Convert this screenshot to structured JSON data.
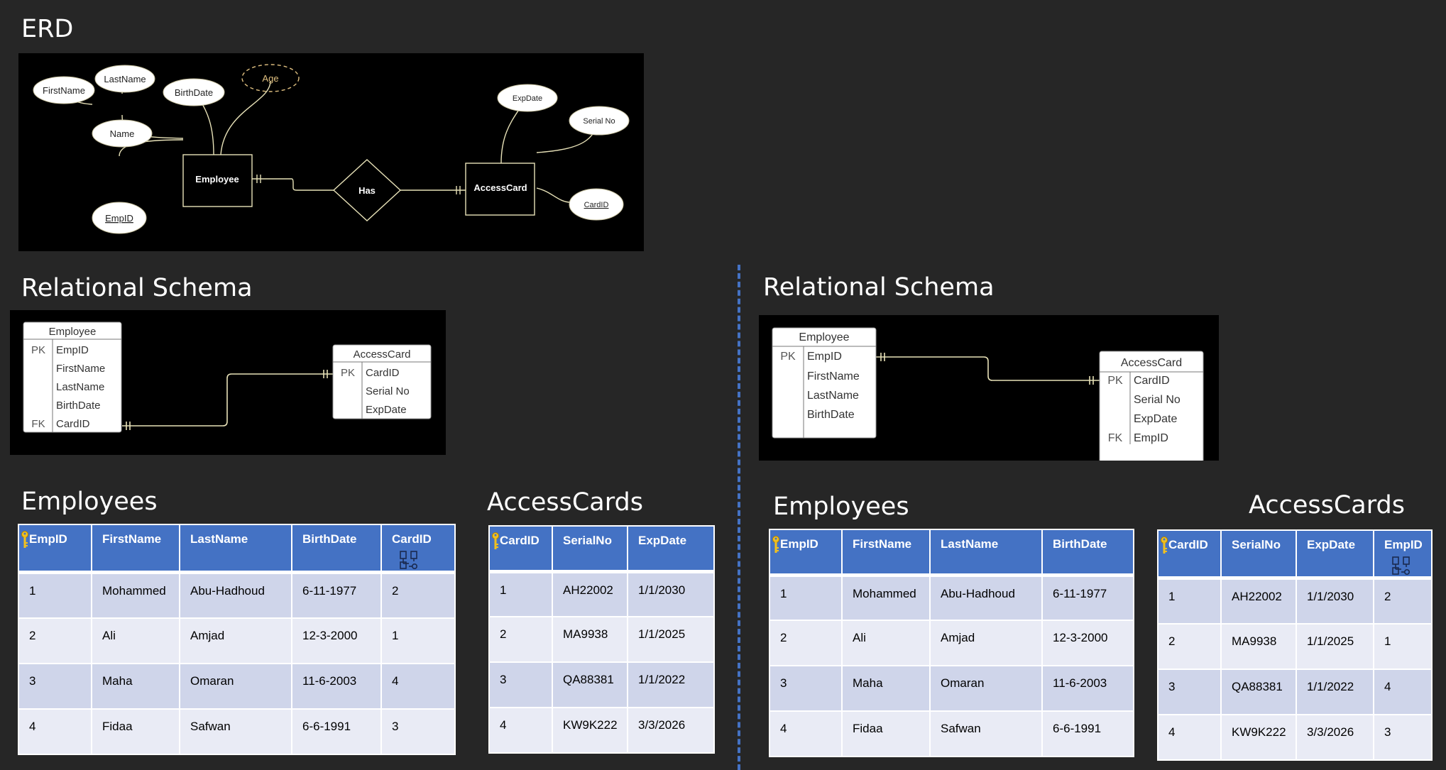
{
  "headings": {
    "erd": "ERD",
    "schema_left": "Relational Schema",
    "schema_right": "Relational Schema",
    "employees_left": "Employees",
    "accesscards_left": "AccessCards",
    "employees_right": "Employees",
    "accesscards_right": "AccessCards"
  },
  "erd": {
    "attributes": {
      "first_name": "FirstName",
      "last_name": "LastName",
      "birth_date": "BirthDate",
      "age": "Age",
      "name": "Name",
      "emp_id": "EmpID",
      "exp_date": "ExpDate",
      "serial_no": "Serial No",
      "card_id": "CardID"
    },
    "entities": {
      "employee": "Employee",
      "access_card": "AccessCard"
    },
    "relationship": "Has",
    "colors": {
      "line": "#e8e2b8",
      "derived_text": "#e0c080"
    }
  },
  "schema_left": {
    "employee": {
      "title": "Employee",
      "rows": [
        {
          "key": "PK",
          "field": "EmpID"
        },
        {
          "key": "",
          "field": "FirstName"
        },
        {
          "key": "",
          "field": "LastName"
        },
        {
          "key": "",
          "field": "BirthDate"
        },
        {
          "key": "FK",
          "field": "CardID"
        }
      ]
    },
    "access_card": {
      "title": "AccessCard",
      "rows": [
        {
          "key": "PK",
          "field": "CardID"
        },
        {
          "key": "",
          "field": "Serial No"
        },
        {
          "key": "",
          "field": "ExpDate"
        }
      ]
    }
  },
  "schema_right": {
    "employee": {
      "title": "Employee",
      "rows": [
        {
          "key": "PK",
          "field": "EmpID"
        },
        {
          "key": "",
          "field": "FirstName"
        },
        {
          "key": "",
          "field": "LastName"
        },
        {
          "key": "",
          "field": "BirthDate"
        }
      ]
    },
    "access_card": {
      "title": "AccessCard",
      "rows": [
        {
          "key": "PK",
          "field": "CardID"
        },
        {
          "key": "",
          "field": "Serial No"
        },
        {
          "key": "",
          "field": "ExpDate"
        },
        {
          "key": "FK",
          "field": "EmpID"
        }
      ]
    }
  },
  "tables": {
    "employees_left": {
      "headers": [
        "EmpID",
        "FirstName",
        "LastName",
        "BirthDate",
        "CardID"
      ],
      "rows": [
        [
          "1",
          "Mohammed",
          "Abu-Hadhoud",
          "6-11-1977",
          "2"
        ],
        [
          "2",
          "Ali",
          "Amjad",
          "12-3-2000",
          "1"
        ],
        [
          "3",
          "Maha",
          "Omaran",
          "11-6-2003",
          "4"
        ],
        [
          "4",
          "Fidaa",
          "Safwan",
          "6-6-1991",
          "3"
        ]
      ]
    },
    "accesscards_left": {
      "headers": [
        "CardID",
        "SerialNo",
        "ExpDate"
      ],
      "rows": [
        [
          "1",
          "AH22002",
          "1/1/2030"
        ],
        [
          "2",
          "MA9938",
          "1/1/2025"
        ],
        [
          "3",
          "QA88381",
          "1/1/2022"
        ],
        [
          "4",
          "KW9K222",
          "3/3/2026"
        ]
      ]
    },
    "employees_right": {
      "headers": [
        "EmpID",
        "FirstName",
        "LastName",
        "BirthDate"
      ],
      "rows": [
        [
          "1",
          "Mohammed",
          "Abu-Hadhoud",
          "6-11-1977"
        ],
        [
          "2",
          "Ali",
          "Amjad",
          "12-3-2000"
        ],
        [
          "3",
          "Maha",
          "Omaran",
          "11-6-2003"
        ],
        [
          "4",
          "Fidaa",
          "Safwan",
          "6-6-1991"
        ]
      ]
    },
    "accesscards_right": {
      "headers": [
        "CardID",
        "SerialNo",
        "ExpDate",
        "EmpID"
      ],
      "rows": [
        [
          "1",
          "AH22002",
          "1/1/2030",
          "2"
        ],
        [
          "2",
          "MA9938",
          "1/1/2025",
          "1"
        ],
        [
          "3",
          "QA88381",
          "1/1/2022",
          "4"
        ],
        [
          "4",
          "KW9K222",
          "3/3/2026",
          "3"
        ]
      ]
    }
  },
  "colors": {
    "background": "#262626",
    "header_blue": "#4472c4",
    "row_odd": "#cfd5ea",
    "row_even": "#e9ebf5",
    "divider": "#4472c4"
  }
}
